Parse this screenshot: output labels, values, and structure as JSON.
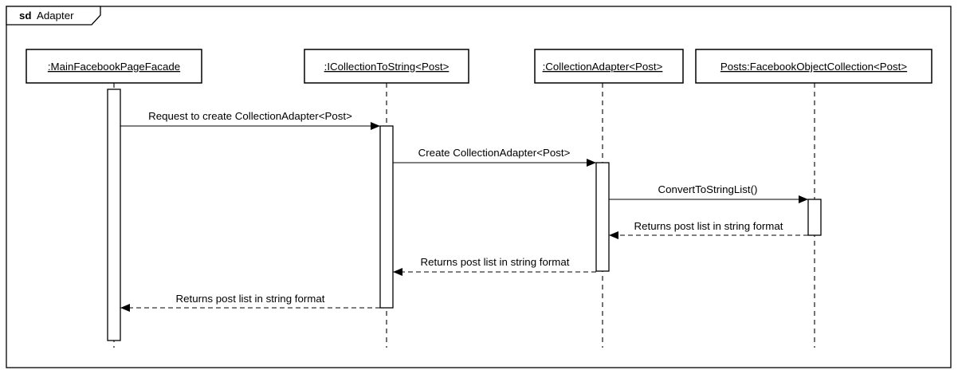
{
  "frame": {
    "keyword": "sd",
    "name": "Adapter"
  },
  "lifelines": [
    {
      "label": ":MainFacebookPageFacade"
    },
    {
      "label": ":ICollectionToString<Post>"
    },
    {
      "label": ":CollectionAdapter<Post>"
    },
    {
      "label": "Posts:FacebookObjectCollection<Post>"
    }
  ],
  "messages": [
    {
      "from": 0,
      "to": 1,
      "kind": "call",
      "label": "Request to create CollectionAdapter<Post>"
    },
    {
      "from": 1,
      "to": 2,
      "kind": "call",
      "label": "Create CollectionAdapter<Post>"
    },
    {
      "from": 2,
      "to": 3,
      "kind": "call",
      "label": "ConvertToStringList()"
    },
    {
      "from": 3,
      "to": 2,
      "kind": "return",
      "label": "Returns post list in string format"
    },
    {
      "from": 2,
      "to": 1,
      "kind": "return",
      "label": "Returns post list in string format"
    },
    {
      "from": 1,
      "to": 0,
      "kind": "return",
      "label": "Returns post list in string format"
    }
  ]
}
